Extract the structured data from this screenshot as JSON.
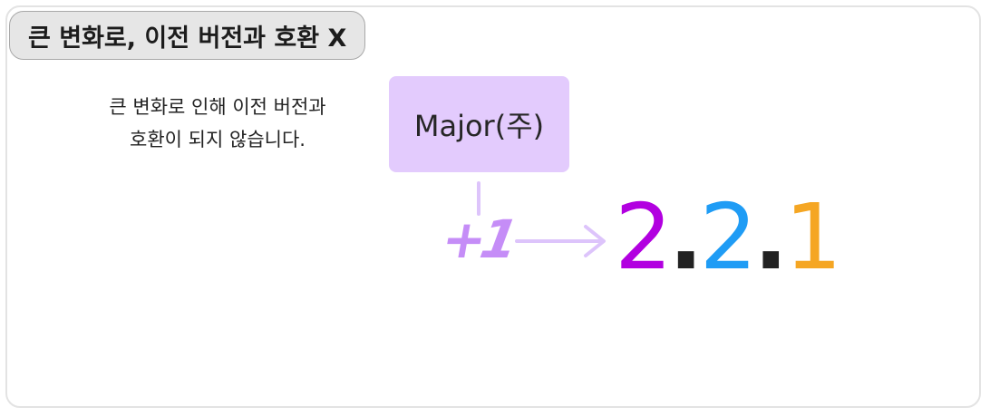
{
  "title": "큰 변화로, 이전 버전과 호환 X",
  "description": {
    "line1": "큰 변화로 인해 이전 버전과",
    "line2": "호환이 되지 않습니다."
  },
  "major_label": "Major(주)",
  "increment": "+1",
  "version": {
    "major": "2",
    "minor": "2",
    "patch": "1",
    "separator": "."
  },
  "colors": {
    "major": "#b200e0",
    "minor": "#1f9cf5",
    "patch": "#f5a623",
    "highlight": "#e3cbfd",
    "increment": "#c58df7",
    "arrow": "#ddc4fb"
  }
}
